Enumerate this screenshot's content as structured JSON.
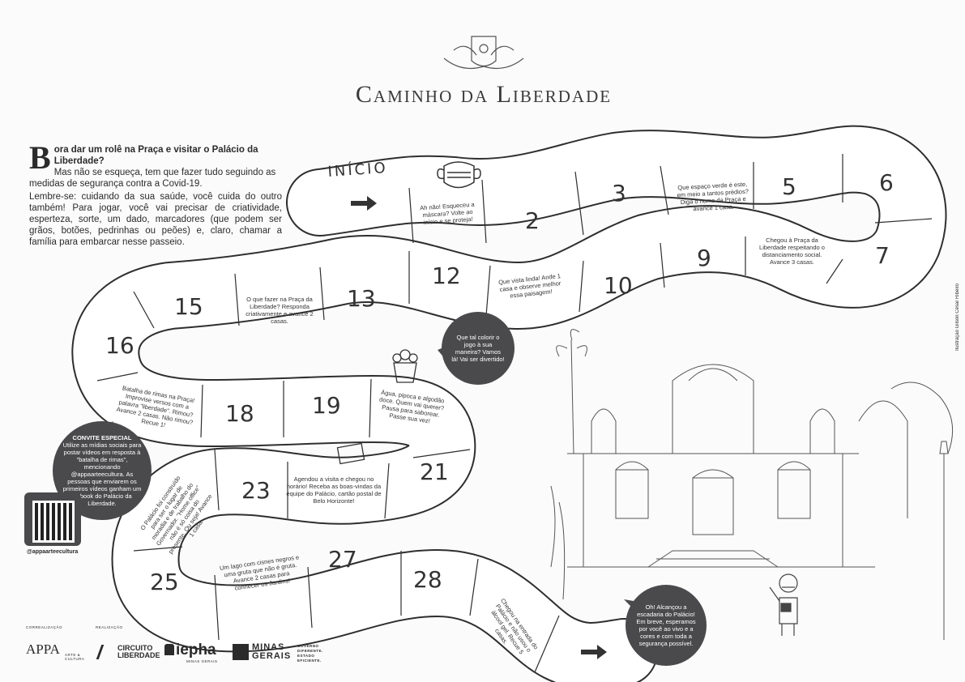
{
  "title": "Caminho da Liberdade",
  "intro": {
    "dropcap": "B",
    "headline": "ora dar um rolê na Praça e visitar o Palácio da Liberdade?",
    "line2": "Mas não se esqueça, tem que fazer tudo seguindo as medidas de segurança contra a Covid-19.",
    "lembre": "Lembre-se: cuidando da sua saúde, você cuida do outro também! Para jogar, você vai precisar de criatividade, esperteza, sorte, um dado, marcadores (que podem ser grãos, botões, pedrinhas ou peões) e, claro, chamar a família para embarcar nesse passeio."
  },
  "start_label": "INÍCIO",
  "squares": {
    "n2": "2",
    "n3": "3",
    "n5": "5",
    "n6": "6",
    "n7": "7",
    "n9": "9",
    "n10": "10",
    "n12": "12",
    "n13": "13",
    "n15": "15",
    "n16": "16",
    "n18": "18",
    "n19": "19",
    "n21": "21",
    "n23": "23",
    "n25": "25",
    "n27": "27",
    "n28": "28"
  },
  "cards": {
    "c1": "Ah não! Esqueceu a máscara? Volte ao início e se proteja!",
    "c4": "Que espaço verde é este, em meio a tantos prédios? Diga o nome da Praça e avance 1 casa.",
    "c8": "Chegou à Praça da Liberdade respeitando o distanciamento social. Avance 3 casas.",
    "c11": "Que vista linda! Ande 1 casa e observe melhor essa paisagem!",
    "c14": "O que fazer na Praça da Liberdade? Responda criativamente e avance 2 casas.",
    "c17": "Batalha de rimas na Praça! Improvise versos com a palavra \"liberdade\". Rimou? Avance 2 casas. Não rimou? Recue 1!",
    "c20": "Água, pipoca e algodão doce. Quem vai querer? Pausa para saborear. Passe sua vez!",
    "c22": "Agendou a visita e chegou no horário! Receba as boas-vindas da equipe do Palácio, cartão postal de Belo Horizonte!",
    "c24": "O Palácio foi construído para ser o lugar de moradia e de trabalho do Governador. \"Home office\" não é só coisa do presente. Ou seja! Avance 1 casa.",
    "c26": "Um lago com cisnes negros e uma gruta que não é gruta. Avance 2 casas para conhecer os Jardins!",
    "c29": "Chegou na entrada do Palácio e não usou o álcool gel. Recue 5 casas."
  },
  "bubbles": {
    "colorir": "Que tal colorir o jogo à sua maneira? Vamos lá! Vai ser divertido!",
    "convite_title": "CONVITE ESPECIAL",
    "convite": "Utilize as mídias sociais para postar vídeos em resposta à \"batalha de rimas\", mencionando @appaarteecultura. As pessoas que enviarem os primeiros vídeos ganham um flipbook do Palácio da Liberdade.",
    "final": "Oh! Alcançou a escadaria do Palácio! Em breve, esperamos por você ao vivo e a cores e com toda a segurança possível."
  },
  "handle": "@appaarteecultura",
  "credit": "Ilustração Gilson César Ribeiro",
  "footer": {
    "corealizacao": "CORREALIZAÇÃO",
    "realizacao": "REALIZAÇÃO",
    "appa": "APPA",
    "appa_sub": "ARTE & CULTURA",
    "circuito1": "CIRCUITO",
    "circuito2": "LIBERDADE",
    "iepha": "iepha",
    "iepha_sub": "MINAS GERAIS",
    "minas1": "MINAS",
    "minas2": "GERAIS",
    "governo": "GOVERNO DIFERENTE. ESTADO EFICIENTE."
  }
}
